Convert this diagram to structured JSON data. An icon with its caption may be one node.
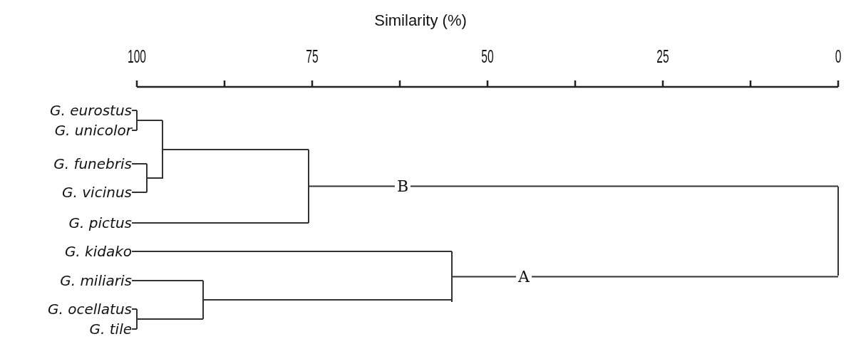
{
  "diagram": {
    "title": "Similarity (%)",
    "nodes": [
      {
        "text": [
          "G. eurostus"
        ]
      },
      {
        "text": [
          "G. unicolor"
        ]
      },
      {
        "text": [
          "G. funebris"
        ]
      },
      {
        "text": [
          "G. vicinus"
        ]
      },
      {
        "text": [
          "G. pictus"
        ]
      },
      {
        "text": [
          "G. kidako"
        ]
      },
      {
        "text": [
          "G. miliaris"
        ]
      },
      {
        "text": [
          "G. ocellatus"
        ]
      },
      {
        "text": [
          "G. tile"
        ]
      },
      {
        "text": [],
        "shape": "bar"
      },
      {
        "text": [],
        "shape": "bar"
      },
      {
        "text": [],
        "shape": "bar"
      },
      {
        "text": [],
        "shape": "bar"
      },
      {
        "text": [],
        "shape": "bar"
      },
      {
        "text": [],
        "shape": "bar"
      },
      {
        "text": [],
        "shape": "bar"
      },
      {
        "text": [],
        "shape": "bar"
      }
    ],
    "edges": [
      {
        "from": 9,
        "to": 10,
        "arrow": "none",
        "label": "B"
      },
      {
        "from": 9,
        "to": 14,
        "arrow": "none",
        "label": "A"
      },
      {
        "from": 10,
        "to": 11,
        "arrow": "none"
      },
      {
        "from": 10,
        "to": 4,
        "arrow": "none"
      },
      {
        "from": 11,
        "to": 12,
        "arrow": "none"
      },
      {
        "from": 11,
        "to": 13,
        "arrow": "none"
      },
      {
        "from": 12,
        "to": 0,
        "arrow": "none"
      },
      {
        "from": 12,
        "to": 1,
        "arrow": "none"
      },
      {
        "from": 13,
        "to": 2,
        "arrow": "none"
      },
      {
        "from": 13,
        "to": 3,
        "arrow": "none"
      },
      {
        "from": 14,
        "to": 5,
        "arrow": "none"
      },
      {
        "from": 14,
        "to": 15,
        "arrow": "none"
      },
      {
        "from": 15,
        "to": 6,
        "arrow": "none"
      },
      {
        "from": 15,
        "to": 16,
        "arrow": "none"
      },
      {
        "from": 16,
        "to": 7,
        "arrow": "none"
      },
      {
        "from": 16,
        "to": 8,
        "arrow": "none"
      }
    ],
    "labels": [
      "100",
      "75",
      "50",
      "25",
      "0"
    ]
  }
}
